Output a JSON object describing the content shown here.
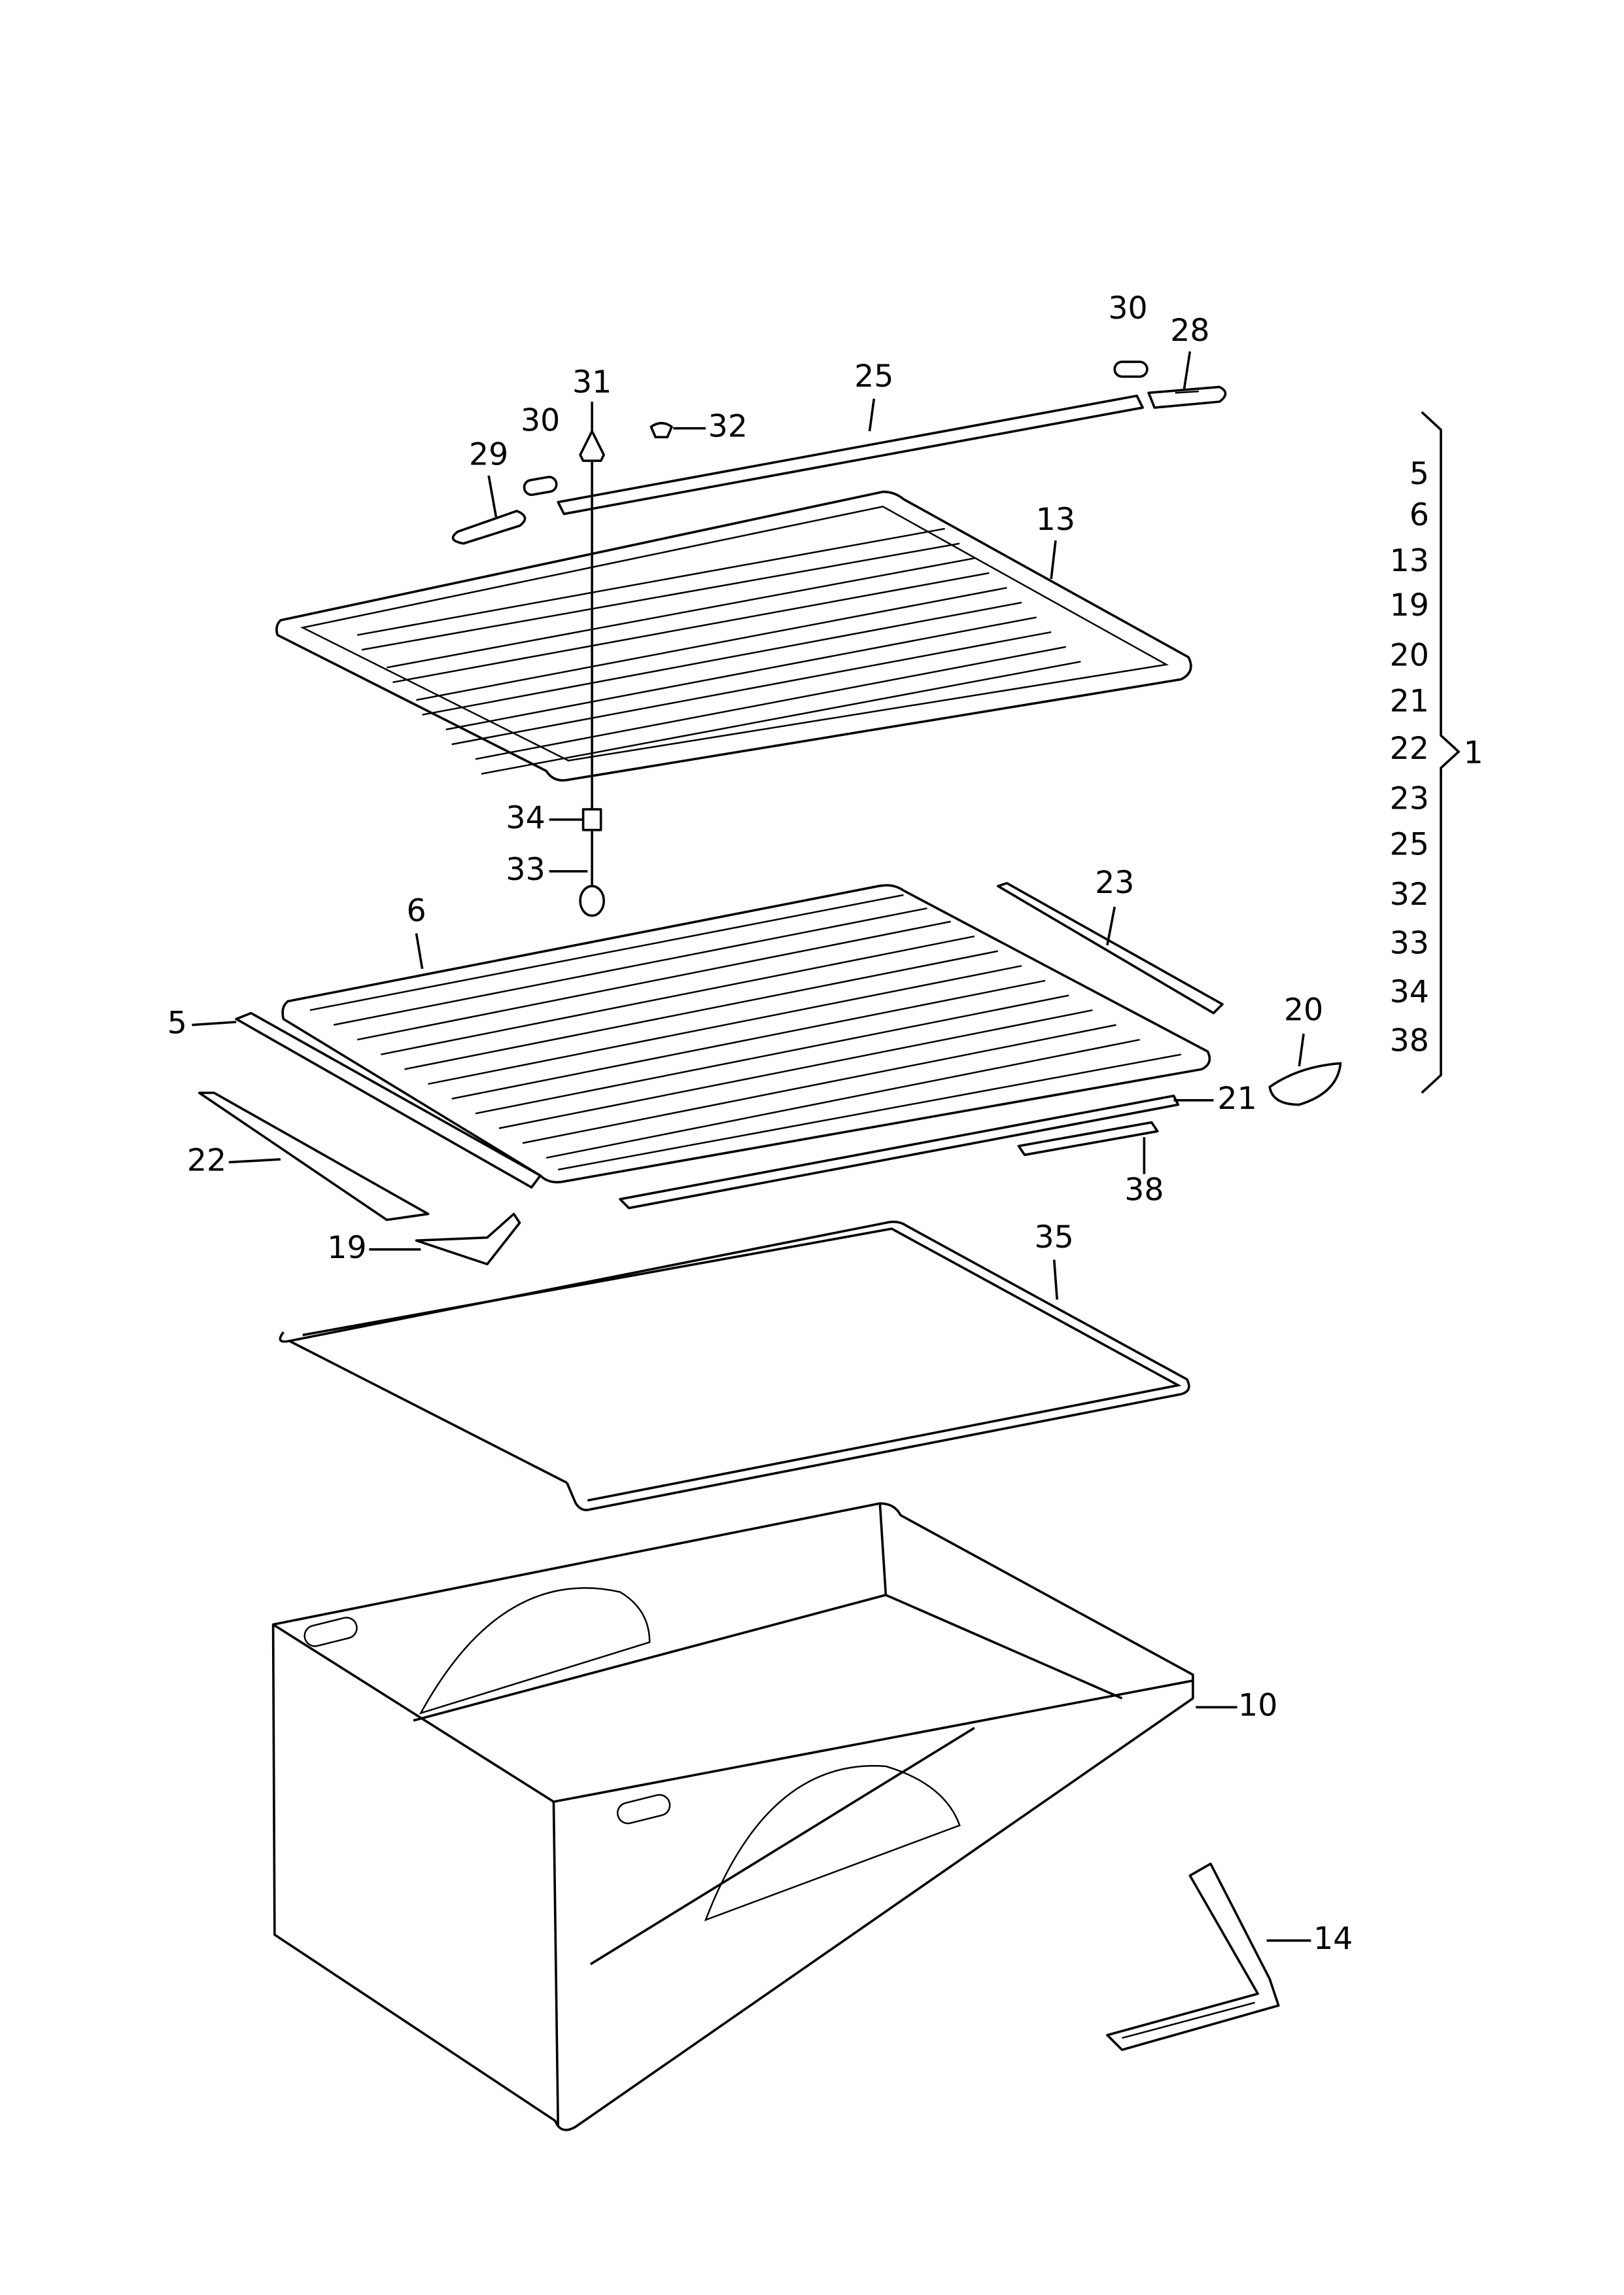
{
  "diagram": {
    "callouts": {
      "p30_top": "30",
      "p28": "28",
      "p25": "25",
      "p31": "31",
      "p30_left": "30",
      "p32": "32",
      "p29": "29",
      "p13": "13",
      "p34": "34",
      "p33": "33",
      "p6": "6",
      "p23": "23",
      "p20": "20",
      "p5": "5",
      "p21": "21",
      "p22": "22",
      "p38": "38",
      "p19": "19",
      "p35": "35",
      "p10": "10",
      "p14": "14"
    },
    "assembly_group": {
      "parent": "1",
      "items": [
        "5",
        "6",
        "13",
        "19",
        "20",
        "21",
        "22",
        "23",
        "25",
        "32",
        "33",
        "34",
        "38"
      ]
    }
  }
}
